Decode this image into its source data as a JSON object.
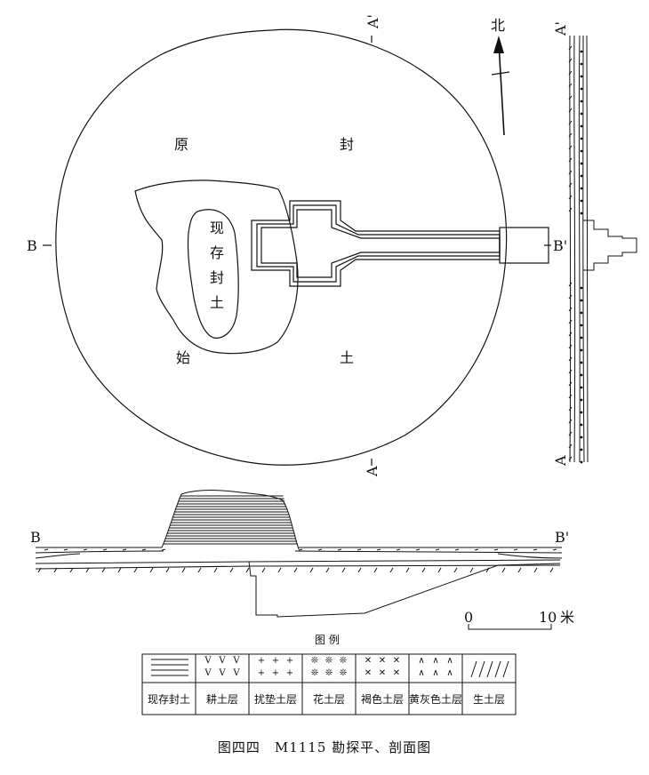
{
  "plan": {
    "label_a_top": "A'",
    "label_a_bottom": "A",
    "label_b_left": "B",
    "label_b_right": "B'",
    "north": "北",
    "orig_mound_chars": [
      "原",
      "封",
      "始",
      "土"
    ],
    "current_mound_chars": [
      "现",
      "存",
      "封",
      "土"
    ]
  },
  "section_a": {
    "label_top": "A'",
    "label_bottom": "A"
  },
  "section_b": {
    "label_left": "B",
    "label_right": "B'"
  },
  "scale": {
    "zero": "0",
    "ten": "10",
    "unit": "米"
  },
  "legend": {
    "title": "图 例",
    "items": [
      {
        "key": "existing-mound",
        "label": "现存封土"
      },
      {
        "key": "plough-soil",
        "label": "耕土层",
        "symbol": "V"
      },
      {
        "key": "disturbed-soil",
        "label": "扰垫土层",
        "symbol": "+"
      },
      {
        "key": "mixed-soil",
        "label": "花土层",
        "symbol": "❊"
      },
      {
        "key": "brown-soil",
        "label": "褐色土层",
        "symbol": "✕"
      },
      {
        "key": "grey-yellow-soil",
        "label": "黄灰色土层",
        "symbol": "∧"
      },
      {
        "key": "raw-soil",
        "label": "生土层"
      }
    ]
  },
  "caption": "图四四　M1115 勘探平、剖面图"
}
